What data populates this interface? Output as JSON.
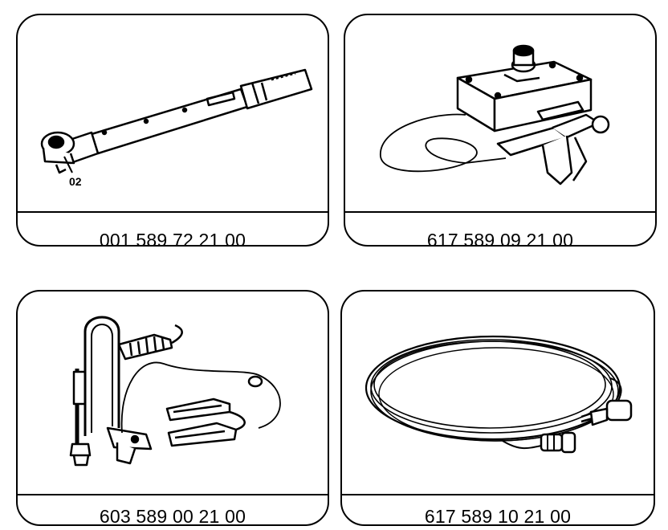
{
  "tools": [
    {
      "part_number": "001 589 72 21 00",
      "icon": "torque-wrench-icon",
      "callout": "02"
    },
    {
      "part_number": "617 589 09 21 00",
      "icon": "tester-box-with-probe-icon"
    },
    {
      "part_number": "603 589 00 21 00",
      "icon": "sensor-cable-with-clamps-icon"
    },
    {
      "part_number": "617 589 10 21 00",
      "icon": "coiled-cable-with-connector-icon"
    }
  ]
}
